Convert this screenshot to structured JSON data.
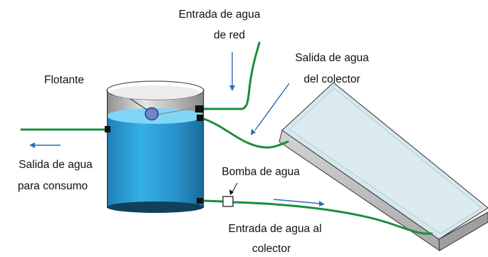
{
  "labels": {
    "inlet_line1": "Entrada de agua",
    "inlet_line2": "de red",
    "collector_out_line1": "Salida de agua",
    "collector_out_line2": "del colector",
    "float": "Flotante",
    "consumption_line1": "Salida de agua",
    "consumption_line2": "para consumo",
    "pump": "Bomba de agua",
    "collector_in_line1": "Entrada de agua al",
    "collector_in_line2": "colector"
  },
  "colors": {
    "pipe": "#1a8f3c",
    "arrow": "#2a6db8",
    "water": "#2aa0d8",
    "tank_wall": "#c9c9c9",
    "panel_top": "#d5e8ee",
    "panel_side": "#c8c8c8"
  }
}
